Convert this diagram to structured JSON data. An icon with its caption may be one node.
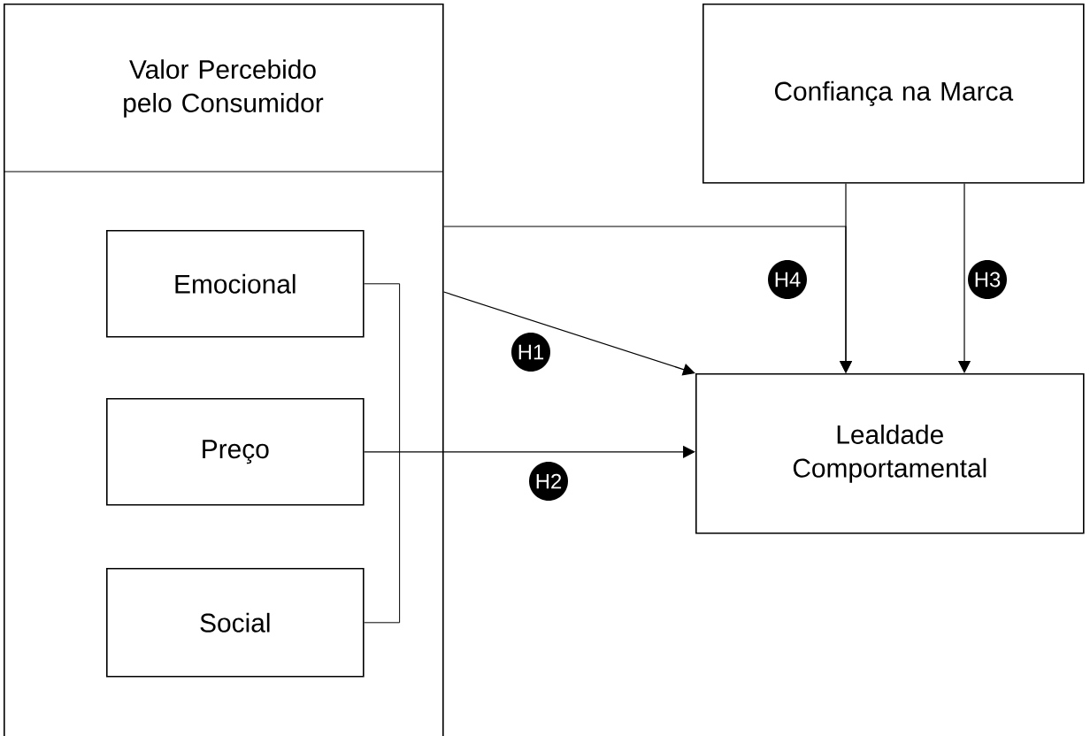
{
  "diagram": {
    "nodes": [
      {
        "text": [
          "Valor Percebido pelo Consumidor"
        ]
      },
      {
        "text": [
          "Emocional"
        ],
        "in": 0
      },
      {
        "text": [
          "Preço"
        ],
        "in": 0
      },
      {
        "text": [
          "Social"
        ],
        "in": 0
      },
      {
        "text": [
          "Confiança na Marca"
        ]
      },
      {
        "text": [
          "Lealdade Comportamental"
        ]
      }
    ],
    "edges": [
      {
        "from": 0,
        "to": 5,
        "arrow": "to",
        "label": "H1"
      },
      {
        "from": 2,
        "to": 5,
        "arrow": "to",
        "label": "H2"
      },
      {
        "from": 0,
        "to": 5,
        "arrow": "to",
        "label": "H4"
      },
      {
        "from": 4,
        "to": 5,
        "arrow": "to"
      },
      {
        "from": 4,
        "to": 5,
        "arrow": "to",
        "label": "H3"
      }
    ]
  }
}
